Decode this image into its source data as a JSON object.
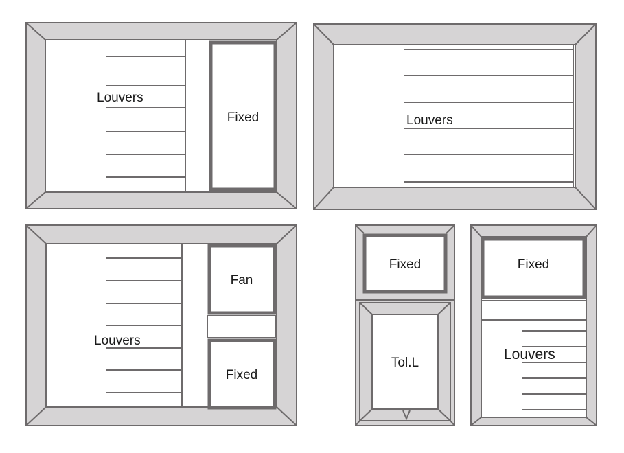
{
  "colors": {
    "frame_fill": "#d6d4d5",
    "stroke": "#6e6b6c",
    "panel": "#ffffff",
    "text": "#1a1a1a"
  },
  "windows": [
    {
      "id": "w1",
      "labels": {
        "louvers": "Louvers",
        "fixed": "Fixed"
      }
    },
    {
      "id": "w2",
      "labels": {
        "louvers": "Louvers"
      }
    },
    {
      "id": "w3",
      "labels": {
        "louvers": "Louvers",
        "fan": "Fan",
        "fixed": "Fixed"
      }
    },
    {
      "id": "w4",
      "labels": {
        "fixed": "Fixed",
        "tilt": "Tol.L"
      }
    },
    {
      "id": "w5",
      "labels": {
        "fixed": "Fixed",
        "louvers": "Louvers"
      }
    }
  ]
}
